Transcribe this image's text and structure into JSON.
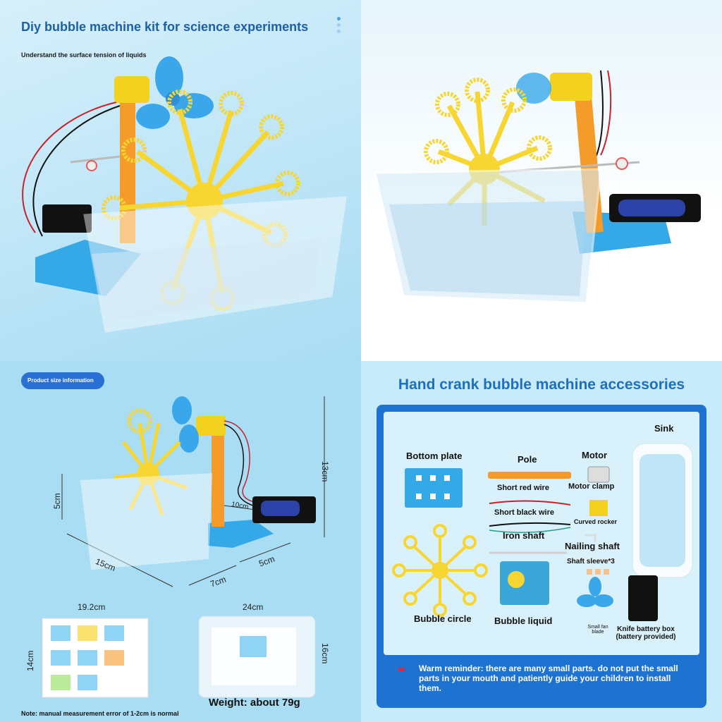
{
  "panel1": {
    "title": "Diy bubble machine kit for science experiments",
    "subtitle": "Understand the surface tension of liquids"
  },
  "panel3": {
    "badge": "Product size information",
    "dims": {
      "height": "13cm",
      "tank_height": "5cm",
      "length": "15cm",
      "depth": "7cm",
      "base": "5cm",
      "wire": "10cm",
      "manual_w": "19.2cm",
      "manual_h": "14cm",
      "bag_w": "24cm",
      "bag_h": "16cm"
    },
    "weight": "Weight: about 79g",
    "note": "Note: manual measurement error of 1-2cm is normal"
  },
  "panel4": {
    "title": "Hand crank bubble machine accessories",
    "parts": {
      "sink": "Sink",
      "bottom_plate": "Bottom plate",
      "pole": "Pole",
      "motor": "Motor",
      "short_red_wire": "Short red wire",
      "motor_clamp": "Motor clamp",
      "short_black_wire": "Short black wire",
      "curved_rocker": "Curved rocker",
      "iron_shaft": "Iron shaft",
      "nailing_shaft": "Nailing shaft",
      "shaft_sleeve": "Shaft sleeve*3",
      "bubble_circle": "Bubble circle",
      "bubble_liquid": "Bubble liquid",
      "small_fan_blade": "Small fan blade",
      "battery_box": "Knife battery box (battery provided)"
    },
    "reminder": "Warm reminder: there are many small parts. do not put the small parts in your mouth and patiently guide your children to install them."
  },
  "colors": {
    "brand_blue": "#1d6fc0",
    "panel_blue": "#1e73d0",
    "wheel_yellow": "#f7d631",
    "pole_orange": "#f59b2a",
    "base_blue": "#35a9e8",
    "fan_blue": "#3aa7ea"
  }
}
